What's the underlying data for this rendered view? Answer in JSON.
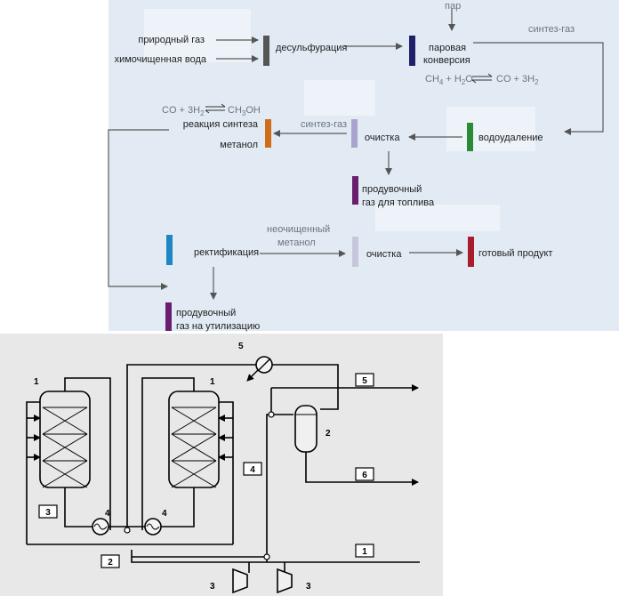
{
  "colors": {
    "desulf": "#555555",
    "conversion": "#1f1f6a",
    "water_removal": "#2a8a36",
    "purification": "#a8a4cf",
    "synthesis": "#cf6d1c",
    "purge_fuel": "#6a1f6e",
    "rectification": "#1f86c4",
    "purification2": "#c7c6dc",
    "product": "#a81c2c",
    "purge_util": "#6a1f6e"
  },
  "flow": {
    "natural_gas": "природный газ",
    "treated_water": "химочищенная вода",
    "desulfurization": "десульфурация",
    "steam": "пар",
    "steam_conversion": [
      "паровая",
      "конверсия"
    ],
    "syngas_top": "синтез-газ",
    "reaction_conversion": {
      "left": "CH",
      "sub1": "4",
      "mid": " + H",
      "sub2": "2",
      "right": "O",
      "products": "CO + 3H",
      "sub3": "2"
    },
    "water_removal": "водоудаление",
    "purification1": "очистка",
    "syngas_mid": "синтез-газ",
    "methanol_synthesis": [
      "реакция синтеза",
      "метанол"
    ],
    "reaction_synthesis": {
      "left": "CO + 3H",
      "sub1": "2",
      "right": "CH",
      "sub2": "3",
      "end": "OH"
    },
    "purge_fuel": [
      "продувочный",
      "газ для топлива"
    ],
    "rectification": "ректификация",
    "crude_methanol": [
      "неочищенный",
      "метанол"
    ],
    "purification2": "очистка",
    "final_product": "готовый продукт",
    "purge_util": [
      "продувочный",
      "газ на утилизацию"
    ]
  },
  "schematic": {
    "label_reactor_left": "1",
    "label_reactor_right": "1",
    "label_cooler": "5",
    "label_separator": "2",
    "label_exch_left": "4",
    "label_exch_right": "4",
    "label_comp_left": "3",
    "label_comp_right": "3",
    "box_3": "3",
    "box_2": "2",
    "box_4": "4",
    "box_5": "5",
    "box_6": "6",
    "box_1": "1"
  }
}
